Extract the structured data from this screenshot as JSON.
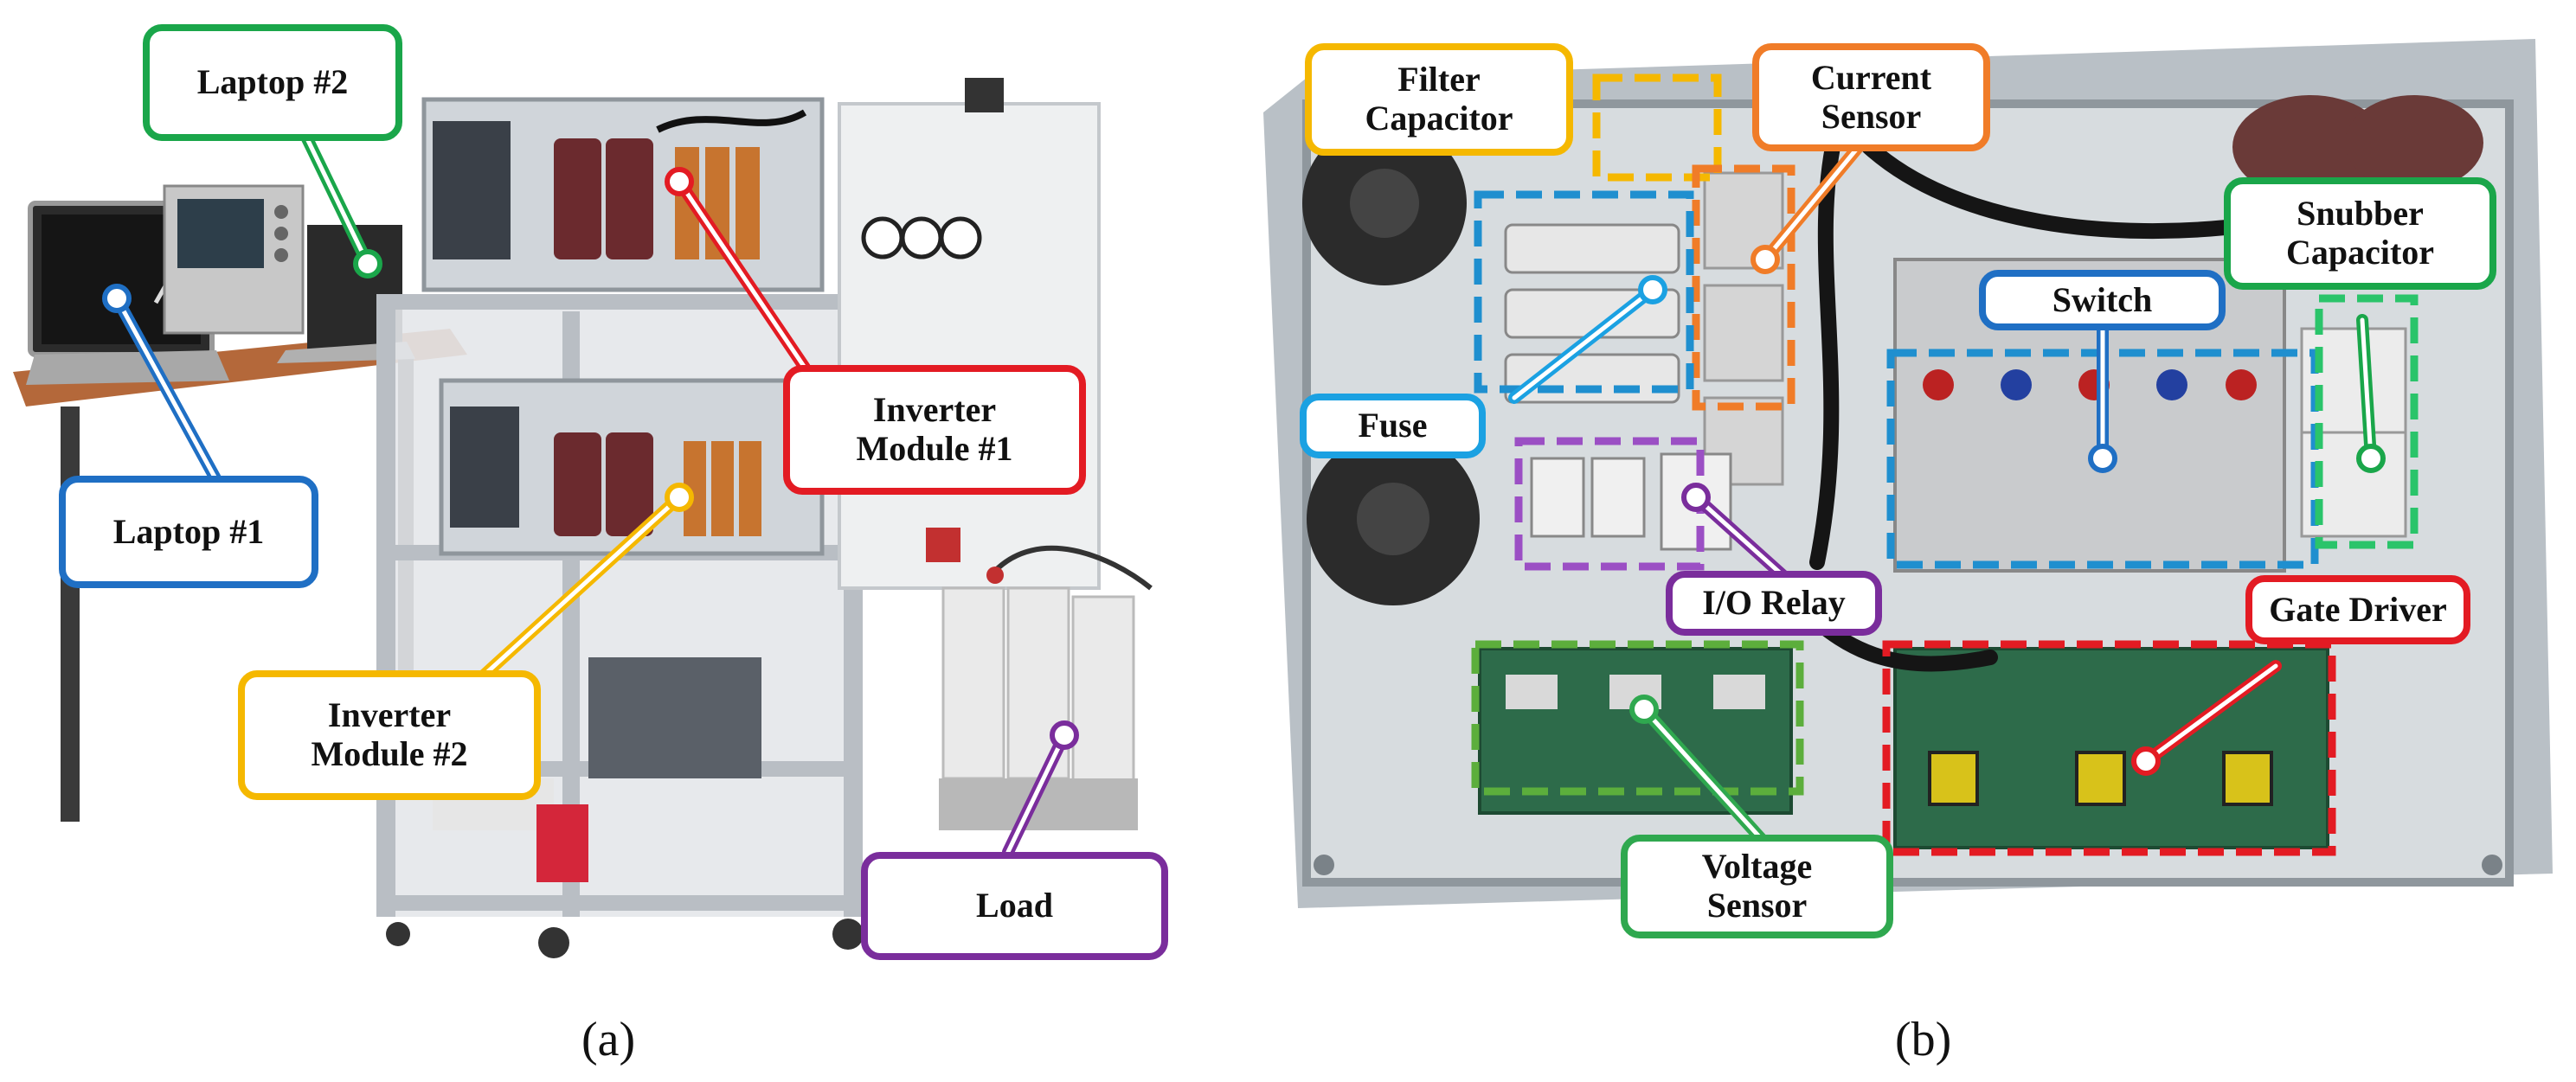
{
  "panel_a": {
    "caption": "(a)",
    "callouts": [
      {
        "id": "laptop2",
        "text": "Laptop #2",
        "color": "#1aa64a"
      },
      {
        "id": "laptop1",
        "text": "Laptop #1",
        "color": "#1f6fc4"
      },
      {
        "id": "inv1",
        "text": "Inverter\nModule #1",
        "color": "#e31b23"
      },
      {
        "id": "inv2",
        "text": "Inverter\nModule #2",
        "color": "#f5b800"
      },
      {
        "id": "load",
        "text": "Load",
        "color": "#7a2d9c"
      }
    ]
  },
  "panel_b": {
    "caption": "(b)",
    "callouts": [
      {
        "id": "filter",
        "text": "Filter\nCapacitor",
        "color": "#f5b800"
      },
      {
        "id": "current",
        "text": "Current\nSensor",
        "color": "#f07c28"
      },
      {
        "id": "snubber",
        "text": "Snubber\nCapacitor",
        "color": "#1aa64a"
      },
      {
        "id": "switch",
        "text": "Switch",
        "color": "#1f6fc4"
      },
      {
        "id": "fuse",
        "text": "Fuse",
        "color": "#1ba1e2"
      },
      {
        "id": "iorelay",
        "text": "I/O Relay",
        "color": "#7a2d9c"
      },
      {
        "id": "gate",
        "text": "Gate Driver",
        "color": "#e31b23"
      },
      {
        "id": "voltage",
        "text": "Voltage\nSensor",
        "color": "#2fa84f"
      }
    ]
  }
}
